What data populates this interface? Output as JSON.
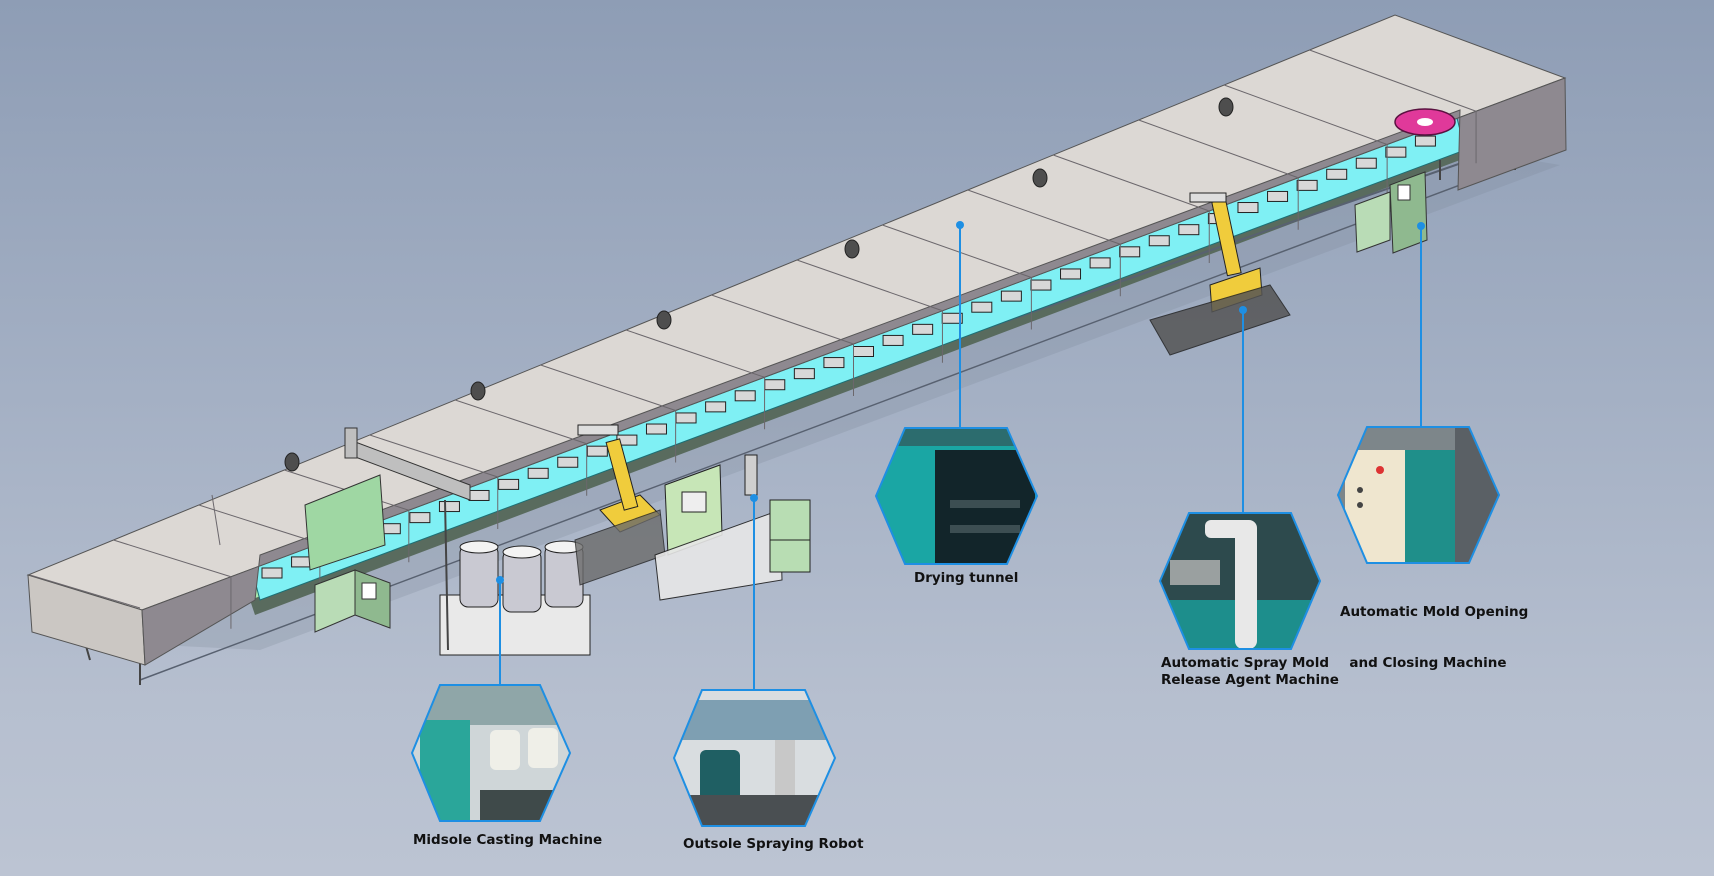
{
  "callouts": [
    {
      "id": "midsole",
      "label_lines": [
        "Midsole Casting Machine"
      ],
      "photo_icon": "casting-machine-photo"
    },
    {
      "id": "outsole",
      "label_lines": [
        "Outsole Spraying Robot"
      ],
      "photo_icon": "spraying-robot-photo"
    },
    {
      "id": "drying",
      "label_lines": [
        "Drying tunnel"
      ],
      "photo_icon": "drying-tunnel-photo"
    },
    {
      "id": "spray",
      "label_lines": [
        "Automatic Spray Mold",
        "Release Agent Machine"
      ],
      "photo_icon": "robot-arm-photo"
    },
    {
      "id": "mold",
      "label_lines": [
        "Automatic Mold Opening",
        "  and Closing Machine"
      ],
      "photo_icon": "control-cabinet-photo"
    }
  ],
  "colors": {
    "leader": "#1e8fe3",
    "tunnel_top": "#dcd8d4",
    "tunnel_side": "#8e8990",
    "conveyor_glow": "#7ff0f4",
    "frame": "#9fe2a8",
    "machine_green": "#b9dcb6",
    "robot_yellow": "#f0cc3c",
    "magenta": "#e0399a"
  }
}
